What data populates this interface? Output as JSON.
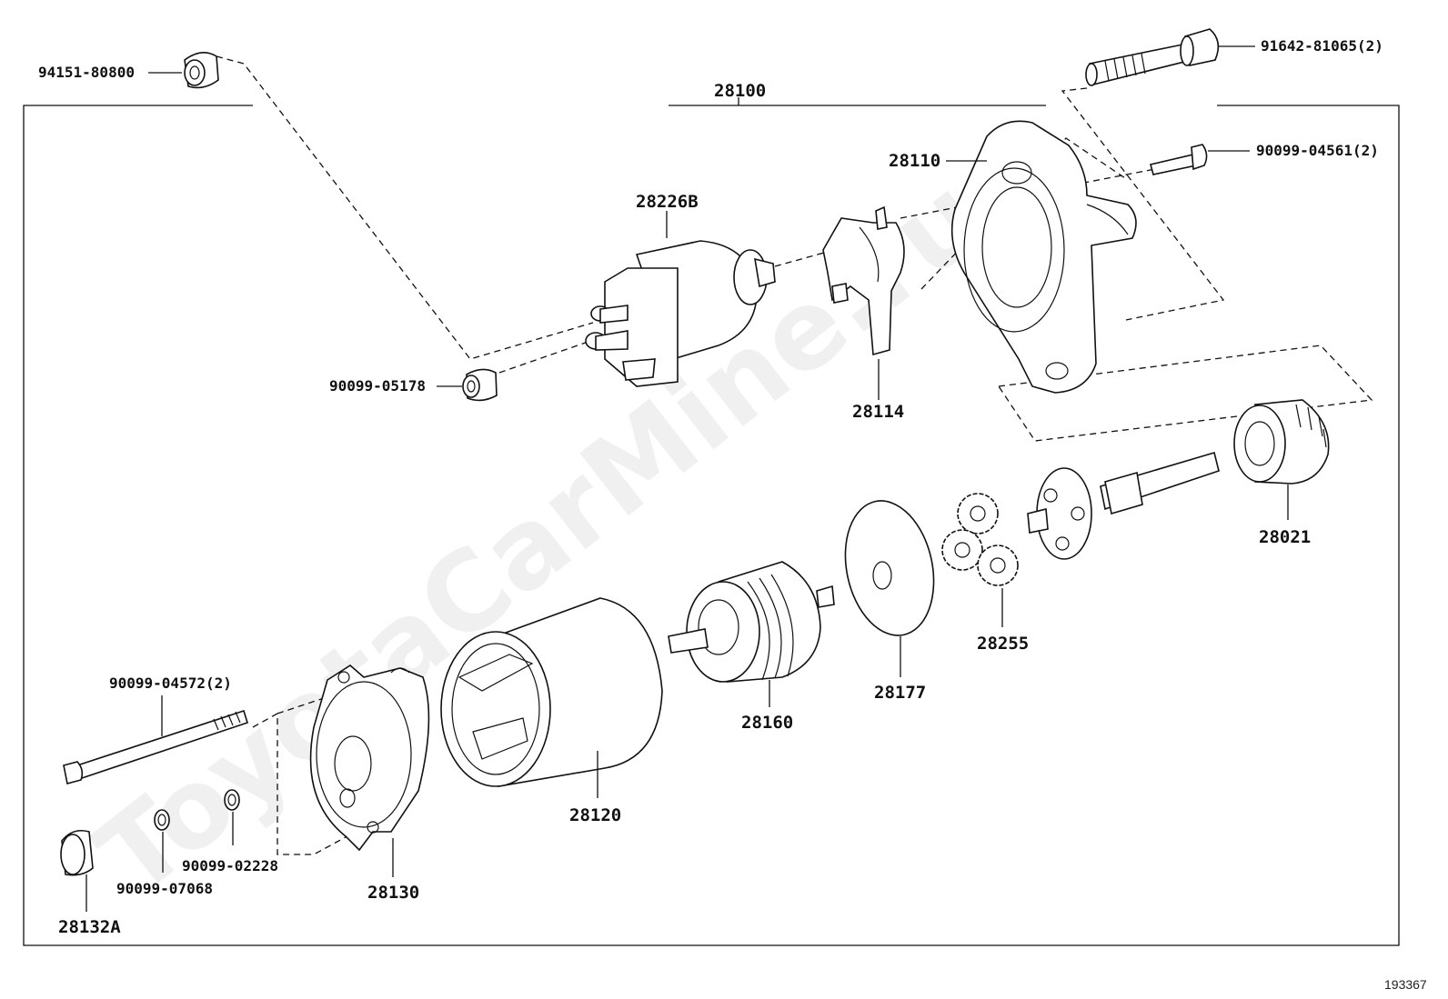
{
  "diagram": {
    "assembly_label": "28100",
    "reference_number": "193367",
    "watermark": "ToyotaCarMine.ru",
    "parts": {
      "nut_top_left": "94151-80800",
      "bolt_top_right": "91642-81065(2)",
      "housing": "28110",
      "screw_housing": "90099-04561(2)",
      "solenoid": "28226B",
      "lever": "28114",
      "nut_solenoid": "90099-05178",
      "pinion_clutch": "28021",
      "planetary_gears": "28255",
      "plate": "28177",
      "armature": "28160",
      "yoke": "28120",
      "through_bolt": "90099-04572(2)",
      "end_frame": "28130",
      "washer_a": "90099-02228",
      "washer_b": "90099-07068",
      "end_cap": "28132A"
    }
  }
}
